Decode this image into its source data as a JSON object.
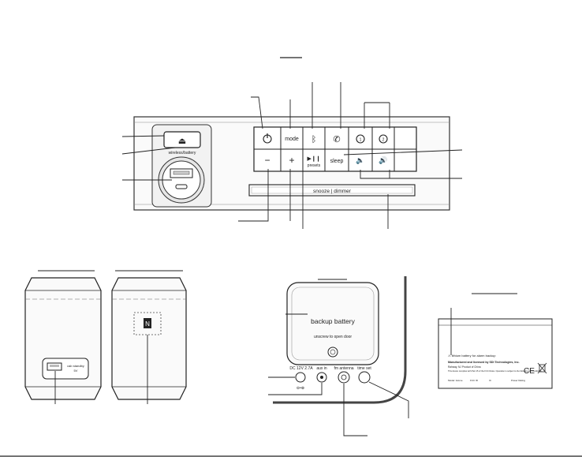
{
  "top_panel": {
    "buttons": {
      "power": "",
      "mode": "mode",
      "bluetooth": "",
      "phone": "",
      "alarm1": "",
      "alarm2": "",
      "minus": "−",
      "plus": "+",
      "play_pause": "▶❙❙",
      "presets": "presets",
      "sleep": "sleep",
      "vol_down": "",
      "vol_up": ""
    },
    "snooze_bar": "snooze | dimmer",
    "charger_label": "wireless/battery"
  },
  "side_left": {
    "usb_label": "usb standby",
    "usb_sub": "5V"
  },
  "side_right": {
    "nfc_mark": "N"
  },
  "back": {
    "battery_title": "backup battery",
    "battery_sub": "unscrew to open door",
    "jacks": {
      "dc": "DC 12V 2.7A",
      "aux": "aux in",
      "fm": "fm antenna",
      "time_set": "time set"
    },
    "jack_sub_dc": "⊖•⊕"
  },
  "label_plate": {
    "warning": "⚠ lithium battery for alarm backup",
    "manufacturer": "Manufactured and licensed by SDI Technologies, Inc.",
    "line2": "Rahway, NJ  Product of China",
    "fine_print": "This device complies with Part 15 of the FCC Rules. Operation is subject to the following two conditions.",
    "bottom_a": "Model: iHome",
    "bottom_b": "FCC ID",
    "bottom_c": "IC",
    "bottom_d": "Power Rating",
    "ce": "CE"
  },
  "colors": {
    "ink": "#222222",
    "panel": "#f6f6f6",
    "light": "#eeeeee"
  }
}
